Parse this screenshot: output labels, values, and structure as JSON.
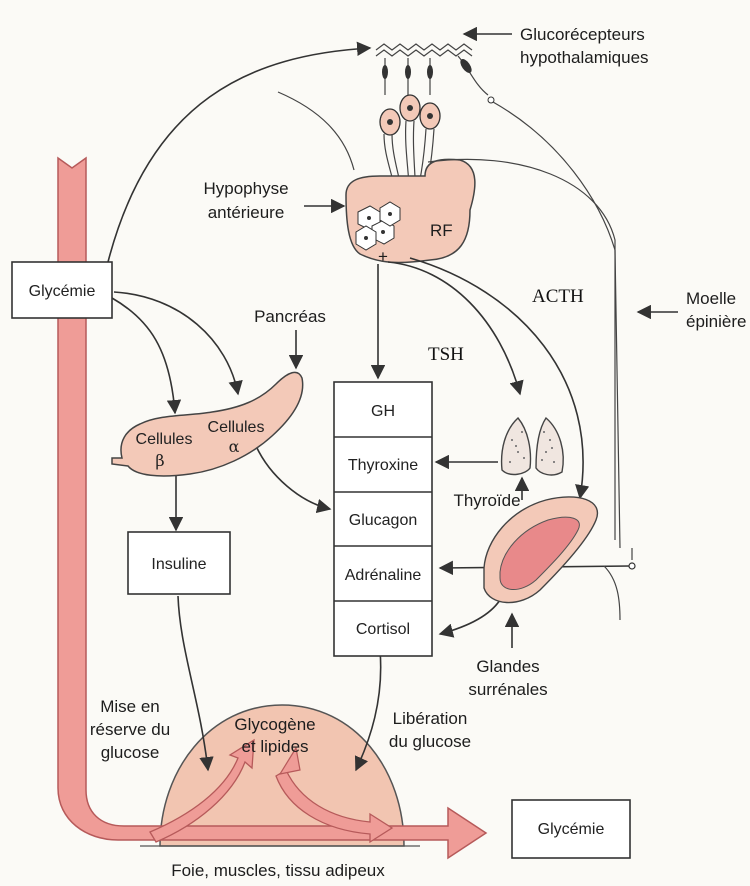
{
  "labels": {
    "glucorecepteurs_line1": "Glucorécepteurs",
    "glucorecepteurs_line2": "hypothalamiques",
    "hypophyse_line1": "Hypophyse",
    "hypophyse_line2": "antérieure",
    "rf": "RF",
    "plus": "+",
    "glycemie_left": "Glycémie",
    "acth": "ACTH",
    "moelle_line1": "Moelle",
    "moelle_line2": "épinière",
    "pancreas": "Pancréas",
    "tsh": "TSH",
    "cellules_alpha": "Cellules",
    "alpha": "α",
    "cellules_beta": "Cellules",
    "beta": "β",
    "thyroide": "Thyroïde",
    "insuline": "Insuline",
    "glandes_line1": "Glandes",
    "glandes_line2": "surrénales",
    "mise_line1": "Mise en",
    "mise_line2": "réserve du",
    "mise_line3": "glucose",
    "glycogene_line1": "Glycogène",
    "glycogene_line2": "et lipides",
    "liberation_line1": "Libération",
    "liberation_line2": "du glucose",
    "glycemie_right": "Glycémie",
    "foie": "Foie, muscles, tissu adipeux"
  },
  "hormone_column": [
    "GH",
    "Thyroxine",
    "Glucagon",
    "Adrénaline",
    "Cortisol"
  ],
  "colors": {
    "pink_fill": "#f3c9b8",
    "pink_arrow": "#ee9b97",
    "pink_arrow_edge": "#b65a5a",
    "dark_pink": "#e58f8f",
    "stroke": "#333333"
  }
}
